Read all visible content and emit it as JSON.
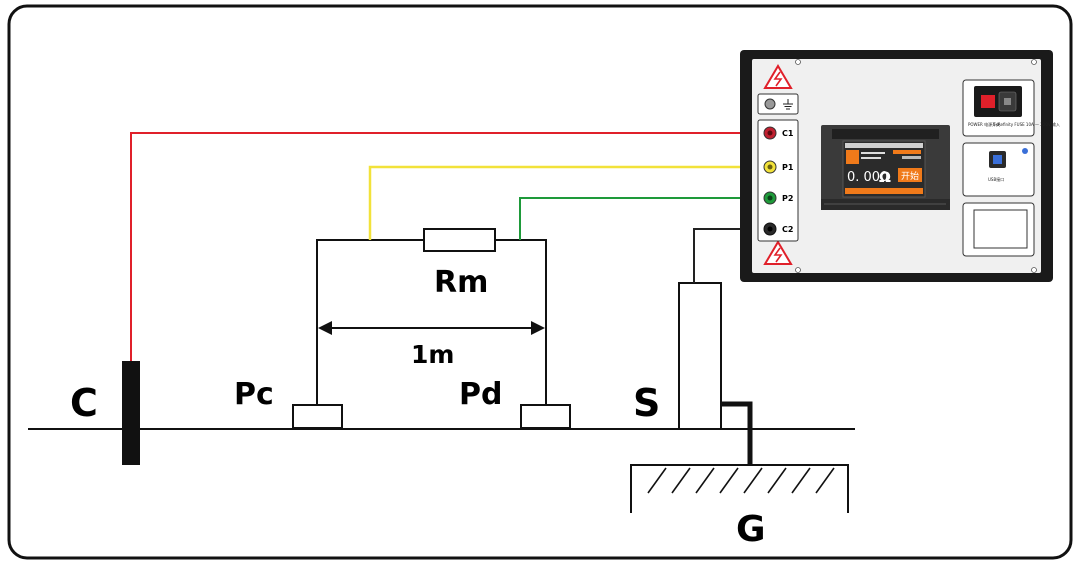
{
  "labels": {
    "c": "C",
    "pc": "Pc",
    "pd": "Pd",
    "rm": "Rm",
    "one_m": "1m",
    "s": "S",
    "g": "G"
  },
  "instrument": {
    "terminals": {
      "c1": "C1",
      "p1": "P1",
      "p2": "P2",
      "c2": "C2"
    },
    "screen": {
      "reading": "0. 000",
      "unit": "Ω",
      "start_button": "开始"
    },
    "power": {
      "switch_label": "POWER\n电源开关",
      "fuse_label": "5xRefinity\nFUSE 10A — 220V 输入"
    },
    "usb_label": "USB接口"
  },
  "colors": {
    "wire_c1": "#e0202a",
    "wire_p1": "#f2e23a",
    "wire_p2": "#1e9a3a",
    "wire_c2": "#222222",
    "screen_accent": "#f07a1a",
    "switch_red": "#e0202a"
  }
}
